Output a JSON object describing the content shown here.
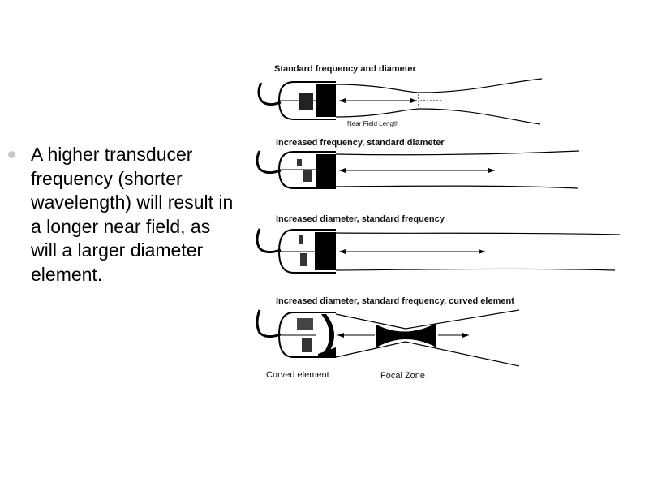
{
  "slide": {
    "bullet_text": "A higher transducer frequency (shorter wavelength) will result in a longer near field, as will a larger diameter element."
  },
  "figure": {
    "panel1": {
      "title": "Standard frequency and diameter",
      "near_field_label": "Near Field Length"
    },
    "panel2": {
      "title": "Increased frequency, standard diameter"
    },
    "panel3": {
      "title": "Increased diameter, standard frequency"
    },
    "panel4": {
      "title": "Increased diameter, standard frequency, curved element",
      "curved_element_label": "Curved element",
      "focal_zone_label": "Focal Zone"
    }
  }
}
